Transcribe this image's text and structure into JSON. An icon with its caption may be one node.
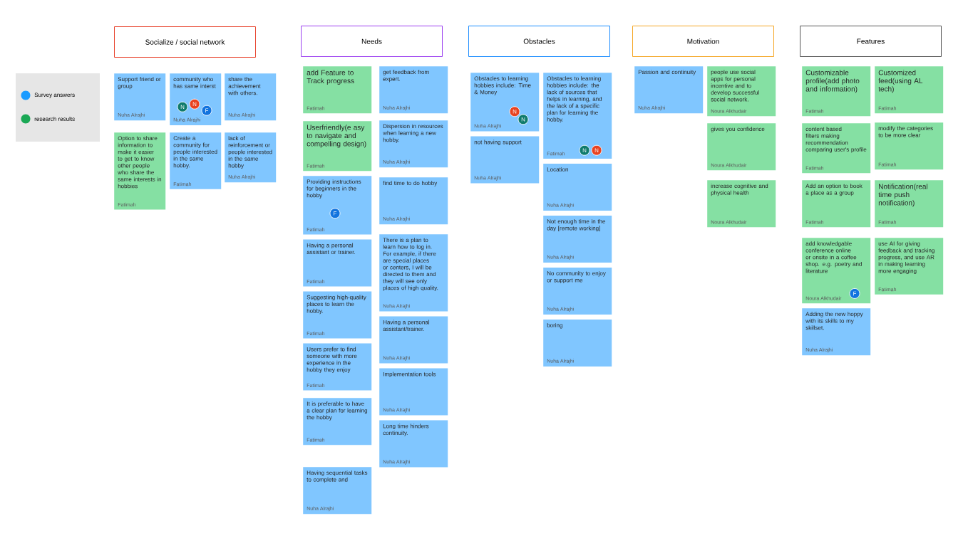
{
  "diagram": {
    "nodes": [
      {
        "text": [
          "Socialize / social network"
        ]
      },
      {
        "text": [
          "Support friend or group",
          "Nuha Alrajhi"
        ]
      },
      {
        "text": [
          "community who has same interst",
          "Nuha Alrajhi"
        ]
      },
      {
        "text": [
          "N"
        ],
        "in": 2
      },
      {
        "text": [
          "N"
        ],
        "in": 2
      },
      {
        "text": [
          "F"
        ],
        "in": 2
      },
      {
        "text": [
          "share the achievement with others.",
          "Nuha Alrajhi"
        ]
      },
      {
        "text": [
          "Option to share information to make it easier to get to know other people who share the same interests in hobbies",
          "Fatimah"
        ]
      },
      {
        "text": [
          "Create a community for people interested in the same hobby.",
          "Fatimah"
        ]
      },
      {
        "text": [
          "lack of reinforcement or people interested in the same hobby",
          "Nuha Alrajhi"
        ]
      },
      {
        "text": [
          "Needs"
        ]
      },
      {
        "text": [
          "add Feature to Track progress",
          "Fatimah"
        ]
      },
      {
        "text": [
          "get feedback from expert.",
          "Nuha Alrajhi"
        ]
      },
      {
        "text": [
          "Userfriendly(e asy to navigate and compelling design)",
          "Fatimah"
        ]
      },
      {
        "text": [
          "Dispersion in resources when learning a new hobby.",
          "Nuha Alrajhi"
        ]
      },
      {
        "text": [
          "Providing instructions for beginners in the hobby",
          "Fatimah"
        ]
      },
      {
        "text": [
          "F"
        ],
        "in": 15
      },
      {
        "text": [
          "find time to do hobby",
          "Nuha Alrajhi"
        ]
      },
      {
        "text": [
          "Having a personal assistant or trainer.",
          "Fatimah"
        ]
      },
      {
        "text": [
          "There is a plan to learn how to log in. For example, if there are special places or centers, I will be directed to them and they will see only places of high quality.",
          "Nuha Alrajhi"
        ]
      },
      {
        "text": [
          "Suggesting high-quality places to learn the hobby.",
          "Fatimah"
        ]
      },
      {
        "text": [
          "Having a personal assistant/trainer.",
          "Nuha Alrajhi"
        ]
      },
      {
        "text": [
          "Users prefer to find someone with more experience in the hobby they enjoy",
          "Fatimah"
        ]
      },
      {
        "text": [
          "Implementation tools",
          "Nuha Alrajhi"
        ]
      },
      {
        "text": [
          "It is preferable to have a clear plan for learning the hobby",
          "Fatimah"
        ]
      },
      {
        "text": [
          "Long time hinders continuity.",
          "Nuha Alrajhi"
        ]
      },
      {
        "text": [
          "Having sequential tasks to complete and",
          "Nuha Alrajhi"
        ]
      },
      {
        "text": [
          "Obstacles"
        ]
      },
      {
        "text": [
          "Obstacles to learning hobbies include: Time & Money",
          "Nuha Alrajhi"
        ]
      },
      {
        "text": [
          "N"
        ],
        "in": 28
      },
      {
        "text": [
          "N"
        ],
        "in": 28
      },
      {
        "text": [
          "Obstacles to learning hobbies include: the lack of sources that helps in learning, and the lack of a specific plan for learning the hobby.",
          "Fatimah"
        ]
      },
      {
        "text": [
          "N"
        ],
        "in": 31
      },
      {
        "text": [
          "N"
        ],
        "in": 31
      },
      {
        "text": [
          "not having support",
          "Nuha Alrajhi"
        ]
      },
      {
        "text": [
          "Location",
          "Nuha Alrajhi"
        ]
      },
      {
        "text": [
          "Not enough time in the day [remote working]",
          "Nuha Alrajhi"
        ]
      },
      {
        "text": [
          "No community to enjoy or support me",
          "Nuha Alrajhi"
        ]
      },
      {
        "text": [
          "boring",
          "Nuha Alrajhi"
        ]
      },
      {
        "text": [
          "Motivation"
        ]
      },
      {
        "text": [
          "Passion and continuity",
          "Nuha Alrajhi"
        ]
      },
      {
        "text": [
          "people use social apps for personal incentive and to develop successful social network.",
          "Noura Alkhudair"
        ]
      },
      {
        "text": [
          "gives you confidence",
          "Noura Alkhudair"
        ]
      },
      {
        "text": [
          "increase cognitive and physical health",
          "Noura Alkhudair"
        ]
      },
      {
        "text": [
          "Features"
        ]
      },
      {
        "text": [
          "Customizable profile(add photo and information)",
          "Fatimah"
        ]
      },
      {
        "text": [
          "Customized feed(using AL tech)",
          "Fatimah"
        ]
      },
      {
        "text": [
          "content based filters making recommendation comparing user's profile",
          "Fatimah"
        ]
      },
      {
        "text": [
          "modify the categories to be more clear",
          "Fatimah"
        ]
      },
      {
        "text": [
          "Add an option to book a place as a group",
          "Fatimah"
        ]
      },
      {
        "text": [
          "Notification(real time push notification)",
          "Fatimah"
        ]
      },
      {
        "text": [
          "add knowledgable conference online or onsite in a coffee shop. e.g. poetry and literature",
          "Noura Alkhudair"
        ]
      },
      {
        "text": [
          "F"
        ],
        "in": 51
      },
      {
        "text": [
          "use AI for giving feedback and tracking progress, and use AR in making learning more engaging",
          "Fatimah"
        ]
      },
      {
        "text": [
          "Adding the new hoppy with its skills to my skillset.",
          "Nuha Alrajhi"
        ]
      }
    ],
    "legend": [
      {
        "text": "Survey answers",
        "color": "#1a9bff"
      },
      {
        "text": "research results",
        "color": "#1aa855"
      }
    ]
  }
}
